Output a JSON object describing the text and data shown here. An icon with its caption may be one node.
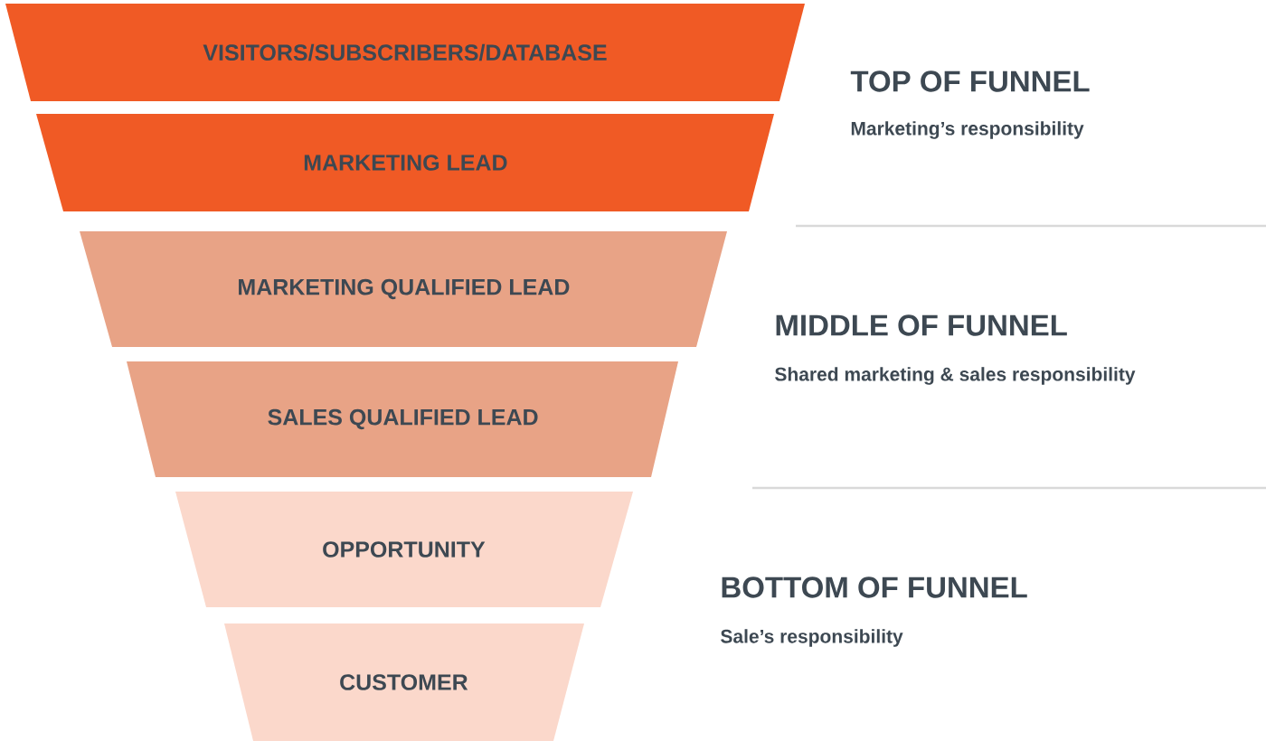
{
  "diagram": {
    "nodes": [
      {
        "text": [
          "VISITORS/SUBSCRIBERS/DATABASE"
        ]
      },
      {
        "text": [
          "MARKETING LEAD"
        ]
      },
      {
        "text": [
          "MARKETING QUALIFIED LEAD"
        ]
      },
      {
        "text": [
          "SALES QUALIFIED LEAD"
        ]
      },
      {
        "text": [
          "OPPORTUNITY"
        ]
      },
      {
        "text": [
          "CUSTOMER"
        ]
      }
    ],
    "labels": [
      "TOP OF FUNNEL",
      "Marketing’s responsibility",
      "MIDDLE OF FUNNEL",
      "Shared marketing & sales responsibility",
      "BOTTOM OF FUNNEL",
      "Sale’s responsibility"
    ]
  }
}
